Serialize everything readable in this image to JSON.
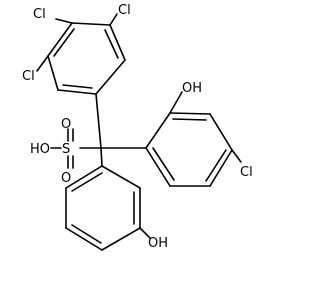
{
  "molecule": {
    "labels": {
      "cl_top": "Cl",
      "cl_left": "Cl",
      "cl_lower_left": "Cl",
      "cl_right": "Cl",
      "oh_top_right": "OH",
      "oh_bottom": "OH",
      "sulfonic_ho": "HO",
      "sulfonic_s": "S",
      "sulfonic_o_upper": "O",
      "sulfonic_o_lower": "O"
    },
    "colors": {
      "bond": "#000000",
      "text": "#000000",
      "background": "#ffffff"
    }
  }
}
